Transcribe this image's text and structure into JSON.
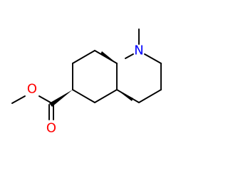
{
  "molecule": {
    "atoms": {
      "nitrogen": {
        "symbol": "N",
        "color": "#0000ff"
      },
      "carbonyl_oxygen": {
        "symbol": "O",
        "color": "#ff0000"
      },
      "ester_oxygen": {
        "symbol": "O",
        "color": "#ff0000"
      }
    },
    "bond_color": "#000000",
    "background": "#ffffff"
  }
}
